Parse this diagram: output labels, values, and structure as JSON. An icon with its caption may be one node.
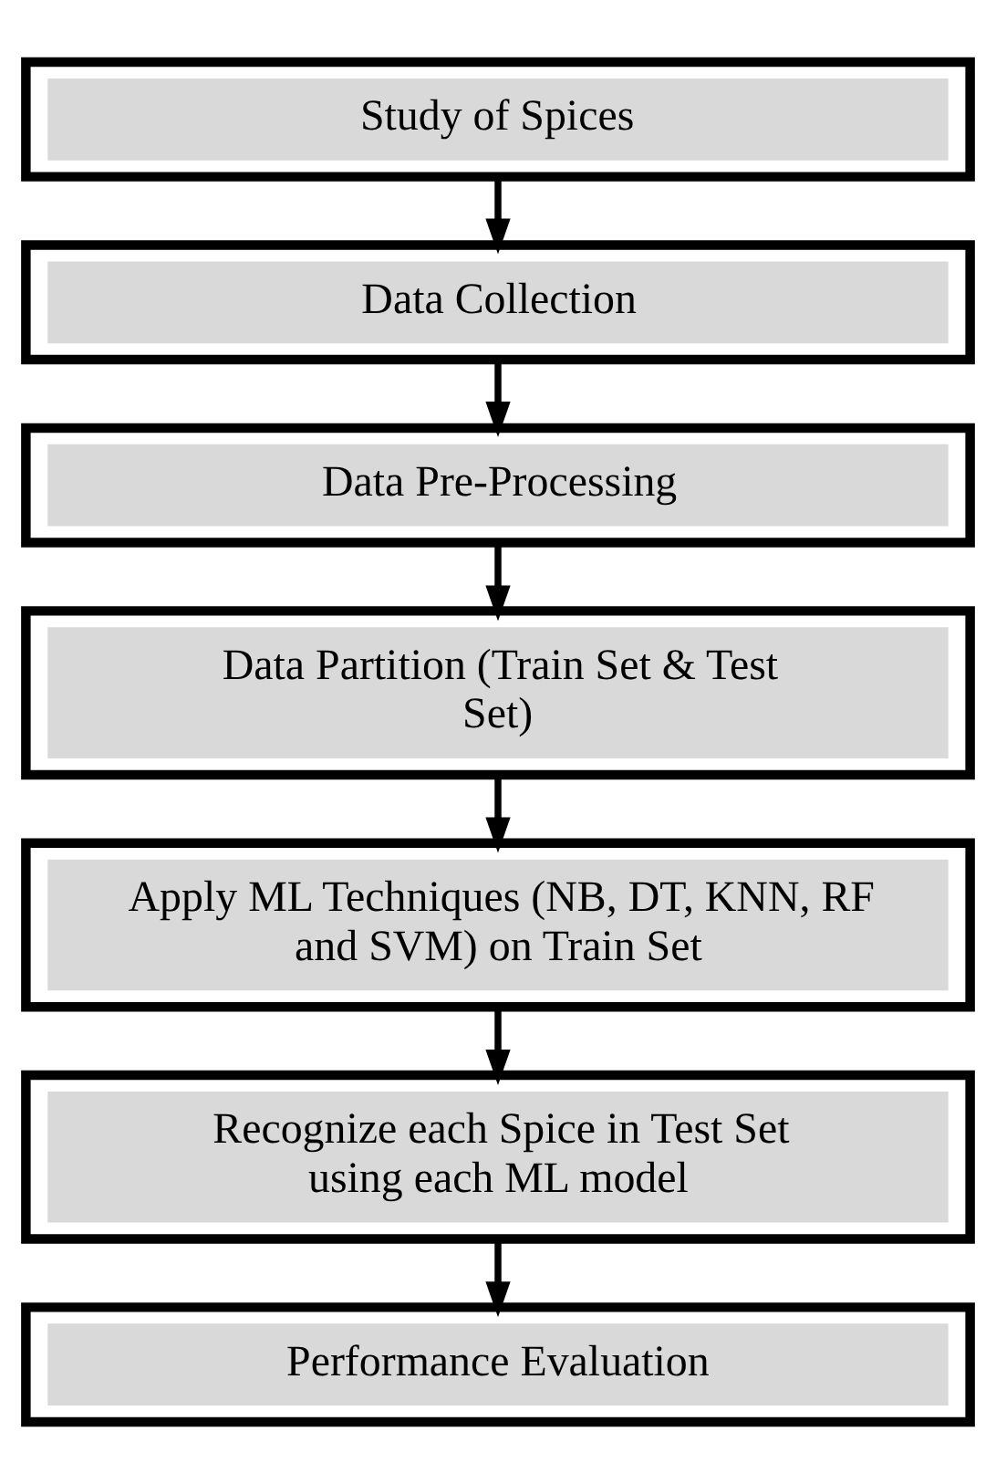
{
  "diagram": {
    "nodes": [
      {
        "text": [
          "Study of Spices"
        ]
      },
      {
        "text": [
          "Data Collection"
        ]
      },
      {
        "text": [
          "Data Pre-Processing"
        ]
      },
      {
        "text": [
          "Data Partition (Train Set & Test Set)"
        ]
      },
      {
        "text": [
          "Apply ML Techniques (NB, DT, KNN, RF and SVM) on Train Set"
        ]
      },
      {
        "text": [
          "Recognize each Spice in Test Set using each ML model"
        ]
      },
      {
        "text": [
          "Performance Evaluation"
        ]
      }
    ],
    "edges": [
      {
        "from": 0,
        "to": 1,
        "arrow": "to"
      },
      {
        "from": 1,
        "to": 2,
        "arrow": "to"
      },
      {
        "from": 2,
        "to": 3,
        "arrow": "to"
      },
      {
        "from": 3,
        "to": 4,
        "arrow": "to"
      },
      {
        "from": 4,
        "to": 5,
        "arrow": "to"
      },
      {
        "from": 5,
        "to": 6,
        "arrow": "to"
      }
    ]
  }
}
